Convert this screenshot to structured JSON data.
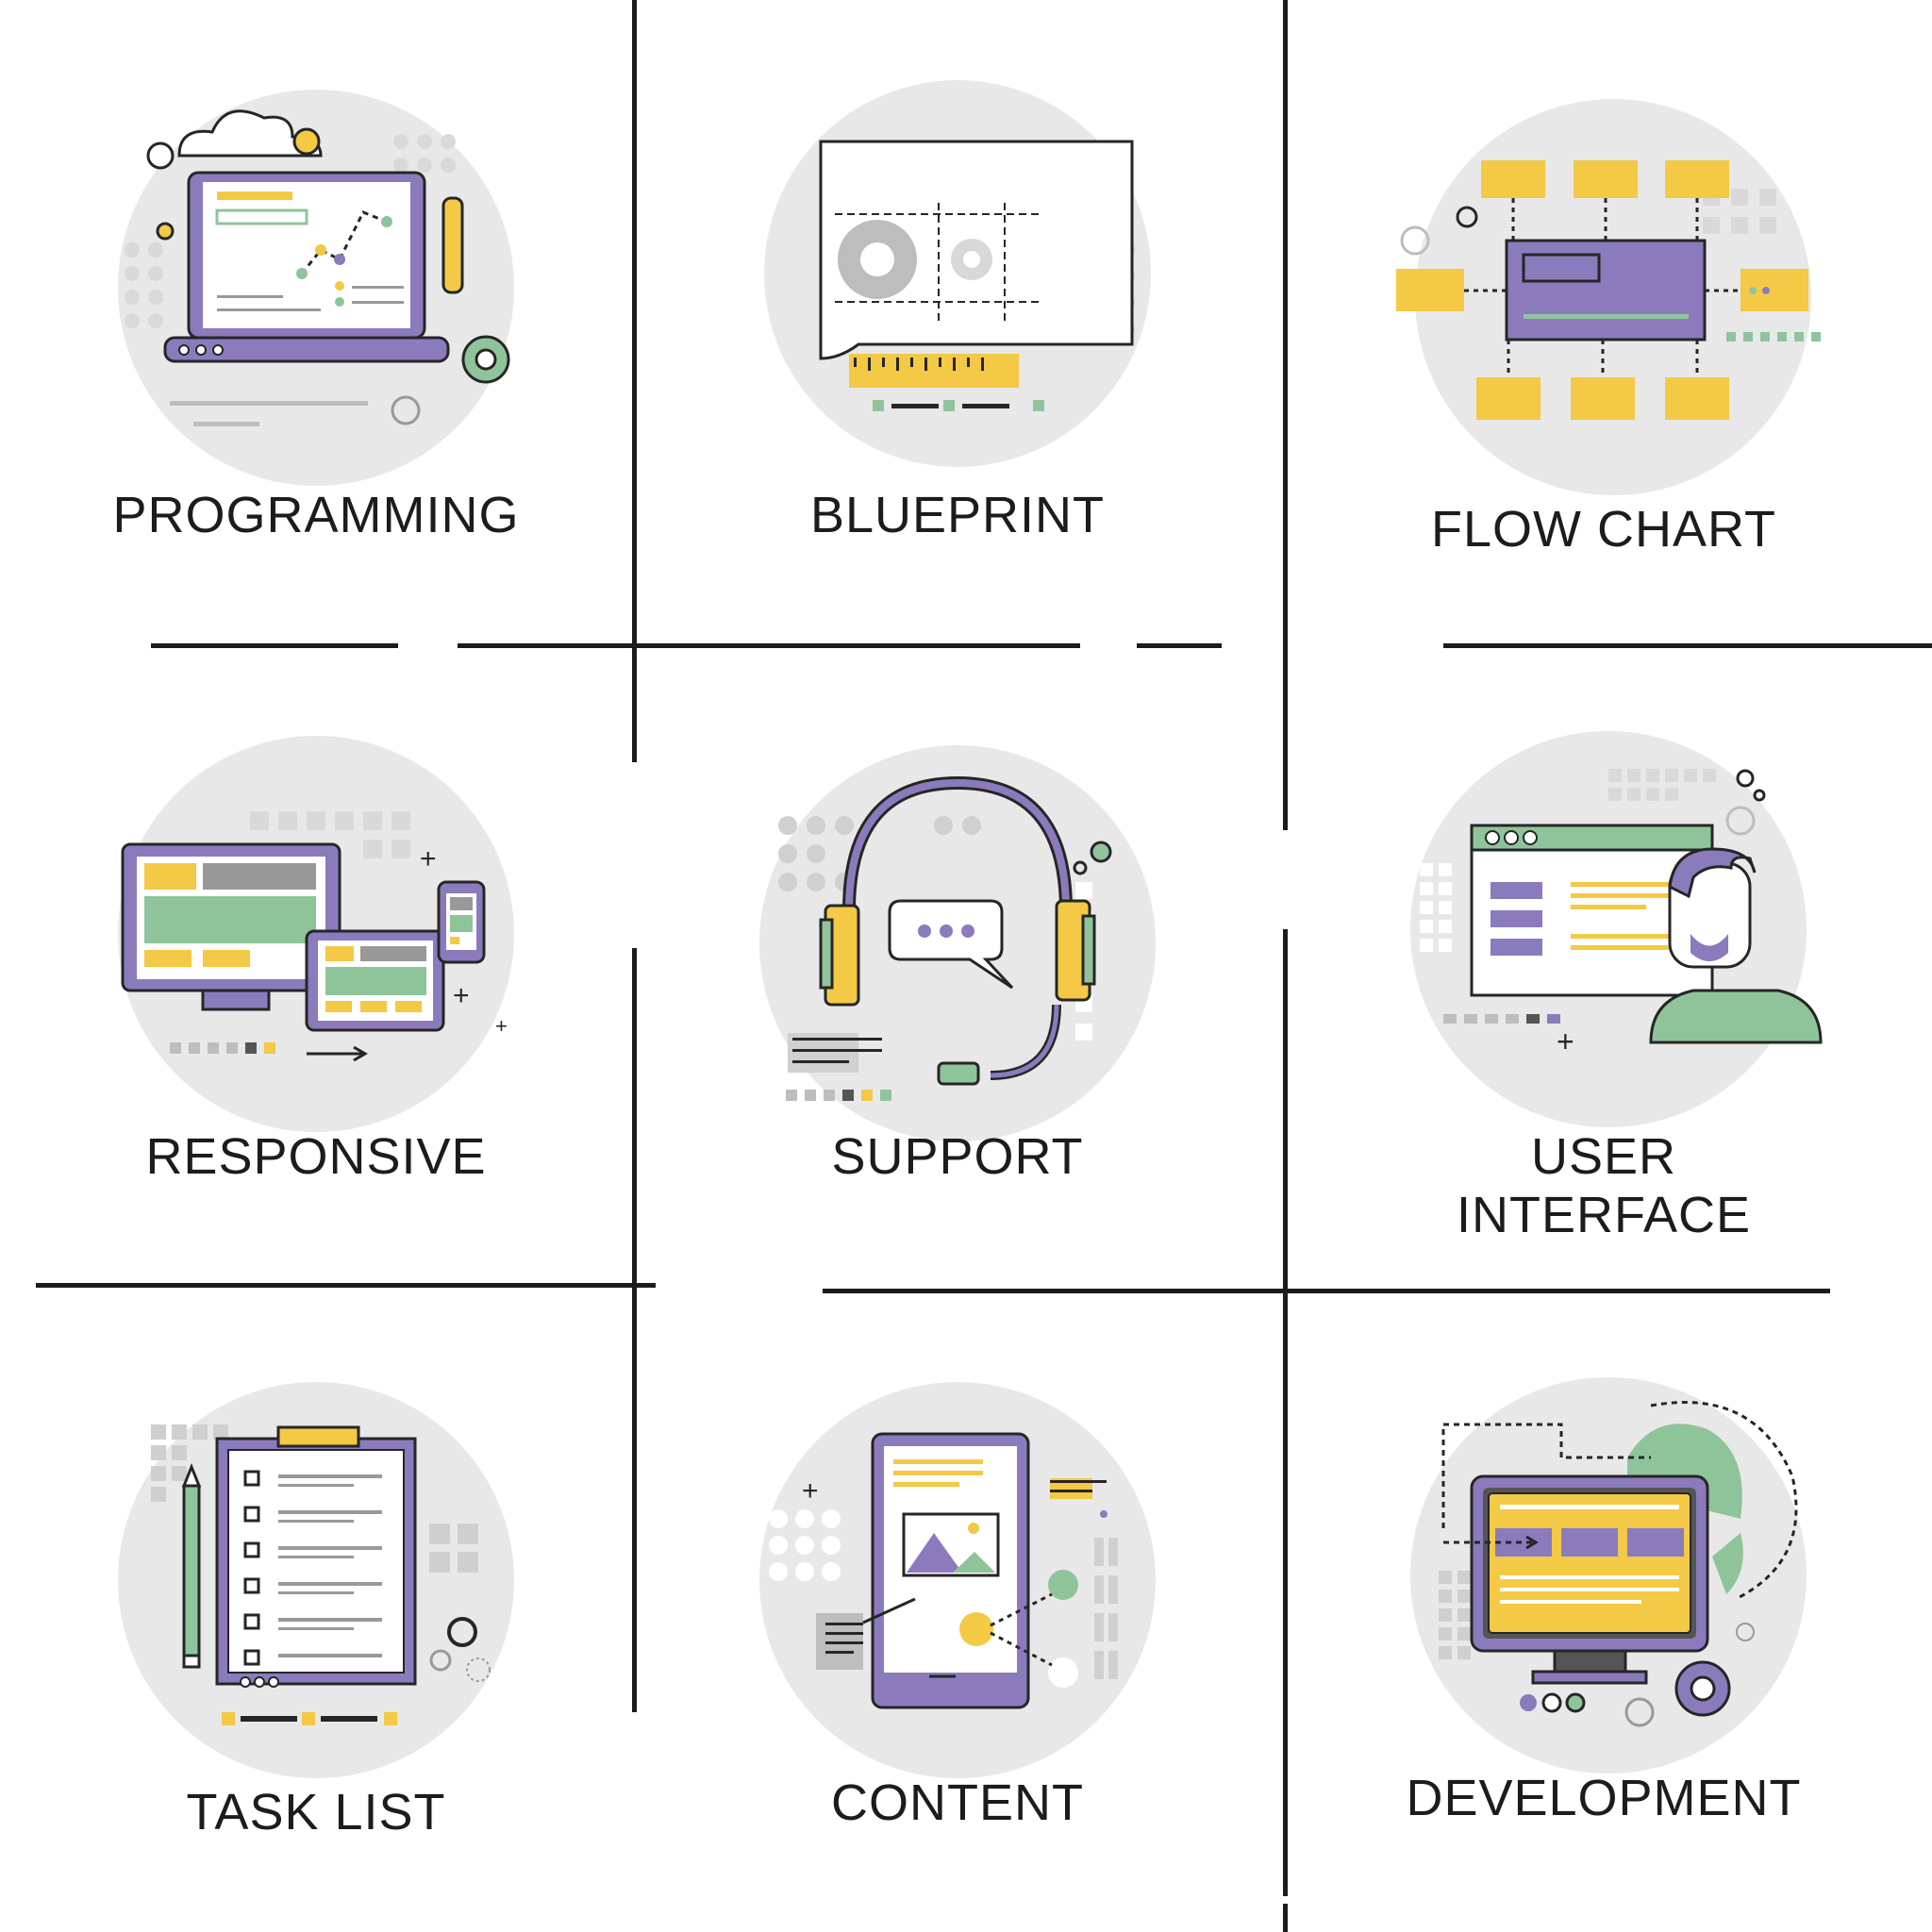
{
  "colors": {
    "purple": "#8b7bbd",
    "yellow": "#f3c945",
    "green": "#8fc49b",
    "grey_circle": "#e8e8e9",
    "outline": "#262626"
  },
  "icons": [
    {
      "label": "PROGRAMMING",
      "icon": "laptop-code-icon"
    },
    {
      "label": "BLUEPRINT",
      "icon": "blueprint-icon"
    },
    {
      "label": "FLOW CHART",
      "icon": "flow-chart-icon"
    },
    {
      "label": "RESPONSIVE",
      "icon": "responsive-devices-icon"
    },
    {
      "label": "SUPPORT",
      "icon": "headset-icon"
    },
    {
      "label": "USER INTERFACE",
      "icon": "user-interface-icon"
    },
    {
      "label": "TASK LIST",
      "icon": "task-list-icon"
    },
    {
      "label": "CONTENT",
      "icon": "mobile-content-icon"
    },
    {
      "label": "DEVELOPMENT",
      "icon": "development-icon"
    }
  ]
}
